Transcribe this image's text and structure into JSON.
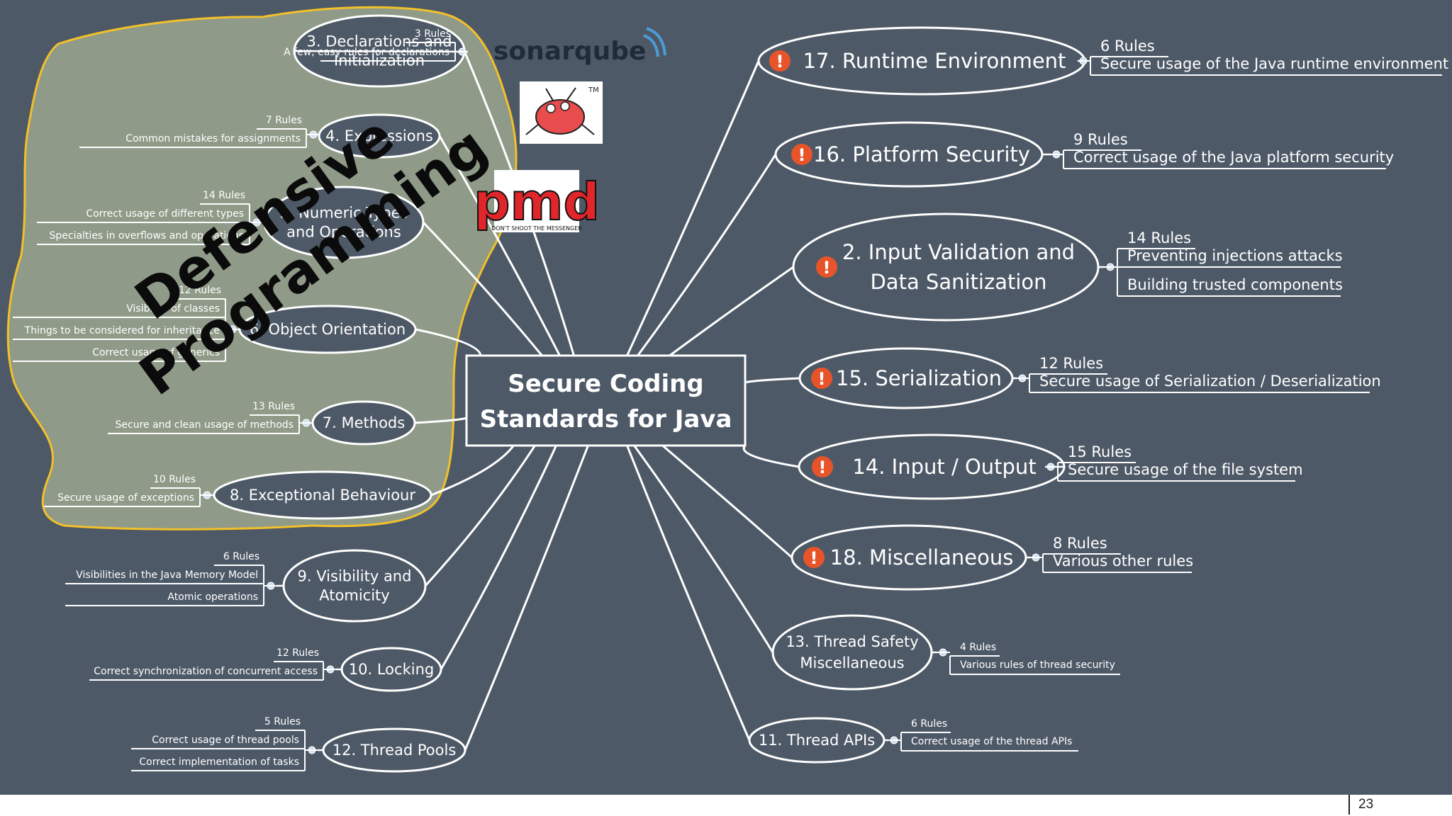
{
  "center": {
    "line1": "Secure Coding",
    "line2": "Standards for Java"
  },
  "overlay": {
    "line1": "Defensive",
    "line2": "Programming"
  },
  "logos": {
    "sonarqube": "sonarqube",
    "pmd": "pmd",
    "pmd_tagline": "DON'T SHOOT THE MESSENGER",
    "spotbugs_tm": "TM"
  },
  "left_nodes": [
    {
      "id": "n3",
      "lines": [
        "3. Declarations and",
        "Initialization"
      ],
      "count": "3 Rules",
      "subs": [
        "A few, easy rules for declarations"
      ]
    },
    {
      "id": "n4",
      "lines": [
        "4. Expressions"
      ],
      "count": "7 Rules",
      "subs": [
        "Common mistakes for assignments"
      ]
    },
    {
      "id": "n5",
      "lines": [
        "5. Numeric Types",
        "and Operations"
      ],
      "count": "14 Rules",
      "subs": [
        "Correct usage of different types",
        "Specialties in overflows and operations"
      ]
    },
    {
      "id": "n6",
      "lines": [
        "6. Object Orientation"
      ],
      "count": "12 Rules",
      "subs": [
        "Visibility of classes",
        "Things to be considered for inheritance",
        "Correct usage of generics"
      ]
    },
    {
      "id": "n7",
      "lines": [
        "7. Methods"
      ],
      "count": "13 Rules",
      "subs": [
        "Secure and clean usage of methods"
      ]
    },
    {
      "id": "n8",
      "lines": [
        "8. Exceptional Behaviour"
      ],
      "count": "10 Rules",
      "subs": [
        "Secure usage of exceptions"
      ]
    },
    {
      "id": "n9",
      "lines": [
        "9. Visibility and",
        "Atomicity"
      ],
      "count": "6 Rules",
      "subs": [
        "Visibilities in the Java Memory Model",
        "Atomic operations"
      ]
    },
    {
      "id": "n10",
      "lines": [
        "10. Locking"
      ],
      "count": "12 Rules",
      "subs": [
        "Correct synchronization of concurrent access"
      ]
    },
    {
      "id": "n12",
      "lines": [
        "12. Thread Pools"
      ],
      "count": "5 Rules",
      "subs": [
        "Correct usage of thread pools",
        "Correct implementation of tasks"
      ]
    }
  ],
  "right_nodes": [
    {
      "id": "n17",
      "lines": [
        "17. Runtime Environment"
      ],
      "important": true,
      "count": "6 Rules",
      "subs": [
        "Secure usage of the Java runtime environment"
      ]
    },
    {
      "id": "n16",
      "lines": [
        "16. Platform Security"
      ],
      "important": true,
      "count": "9 Rules",
      "subs": [
        "Correct usage of the Java platform security"
      ]
    },
    {
      "id": "n2",
      "lines": [
        "2. Input Validation and",
        "Data Sanitization"
      ],
      "important": true,
      "count": "14 Rules",
      "subs": [
        "Preventing injections attacks",
        "Building trusted components"
      ]
    },
    {
      "id": "n15",
      "lines": [
        "15. Serialization"
      ],
      "important": true,
      "count": "12 Rules",
      "subs": [
        "Secure usage of Serialization / Deserialization"
      ]
    },
    {
      "id": "n14",
      "lines": [
        "14. Input / Output"
      ],
      "important": true,
      "count": "15 Rules",
      "subs": [
        "Secure usage of the file system"
      ]
    },
    {
      "id": "n18",
      "lines": [
        "18. Miscellaneous"
      ],
      "important": true,
      "count": "8 Rules",
      "subs": [
        "Various other rules"
      ]
    },
    {
      "id": "n13",
      "lines": [
        "13. Thread Safety",
        "Miscellaneous"
      ],
      "important": false,
      "count": "4 Rules",
      "subs": [
        "Various rules of thread security"
      ]
    },
    {
      "id": "n11",
      "lines": [
        "11. Thread APIs"
      ],
      "important": false,
      "count": "6 Rules",
      "subs": [
        "Correct usage of the thread APIs"
      ]
    }
  ],
  "colors": {
    "background": "#4e5967",
    "line": "#ffffff",
    "highlight_fill": "#8f9a88",
    "highlight_border": "#f2c02a",
    "important": "#e8542a"
  },
  "page_number": "23"
}
